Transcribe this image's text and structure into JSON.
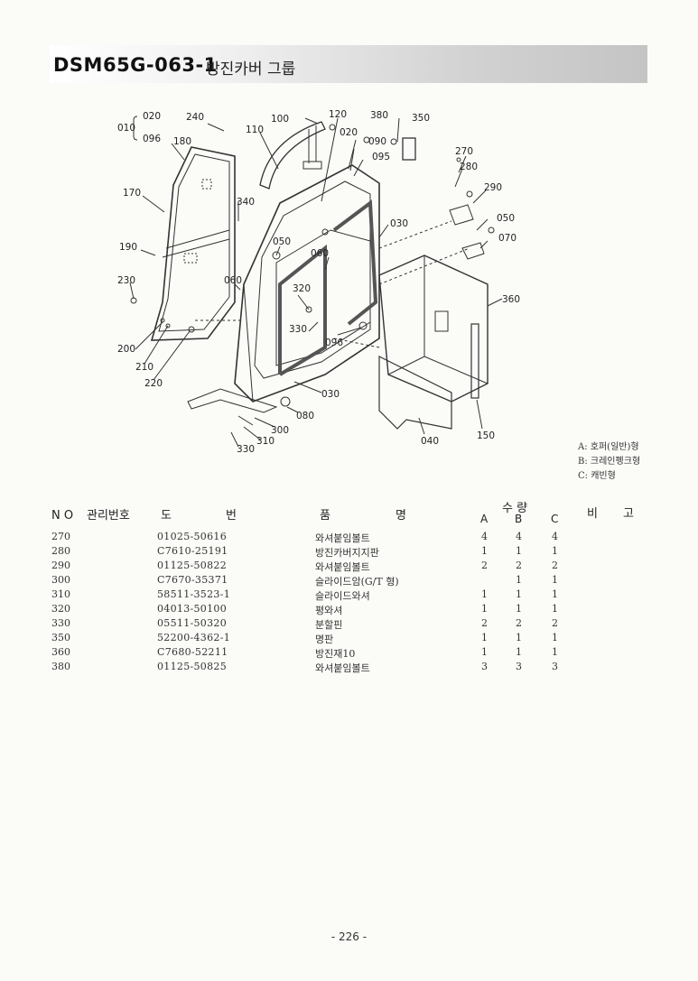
{
  "header": {
    "code": "DSM65G-063-1",
    "title": "방진카버 그룹"
  },
  "diagram": {
    "labels": [
      {
        "id": "010",
        "text": "010"
      },
      {
        "id": "020a",
        "text": "020"
      },
      {
        "id": "096a",
        "text": "096"
      },
      {
        "id": "240",
        "text": "240"
      },
      {
        "id": "100",
        "text": "100"
      },
      {
        "id": "120",
        "text": "120"
      },
      {
        "id": "380",
        "text": "380"
      },
      {
        "id": "350",
        "text": "350"
      },
      {
        "id": "180",
        "text": "180"
      },
      {
        "id": "110",
        "text": "110"
      },
      {
        "id": "020b",
        "text": "020"
      },
      {
        "id": "090",
        "text": "090"
      },
      {
        "id": "095",
        "text": "095"
      },
      {
        "id": "270",
        "text": "270"
      },
      {
        "id": "280",
        "text": "280"
      },
      {
        "id": "170",
        "text": "170"
      },
      {
        "id": "340",
        "text": "340"
      },
      {
        "id": "290",
        "text": "290"
      },
      {
        "id": "030a",
        "text": "030"
      },
      {
        "id": "050a",
        "text": "050"
      },
      {
        "id": "050b",
        "text": "050"
      },
      {
        "id": "070",
        "text": "070"
      },
      {
        "id": "190",
        "text": "190"
      },
      {
        "id": "060a",
        "text": "060"
      },
      {
        "id": "230",
        "text": "230"
      },
      {
        "id": "060b",
        "text": "060"
      },
      {
        "id": "320",
        "text": "320"
      },
      {
        "id": "360",
        "text": "360"
      },
      {
        "id": "330a",
        "text": "330"
      },
      {
        "id": "096b",
        "text": "096"
      },
      {
        "id": "200",
        "text": "200"
      },
      {
        "id": "210",
        "text": "210"
      },
      {
        "id": "220",
        "text": "220"
      },
      {
        "id": "030b",
        "text": "030"
      },
      {
        "id": "080",
        "text": "080"
      },
      {
        "id": "300",
        "text": "300"
      },
      {
        "id": "310",
        "text": "310"
      },
      {
        "id": "330b",
        "text": "330"
      },
      {
        "id": "040",
        "text": "040"
      },
      {
        "id": "150",
        "text": "150"
      }
    ]
  },
  "legend": {
    "a": "A: 호퍼(일반)형",
    "b": "B: 크레인펭크형",
    "c": "C: 캐빈형"
  },
  "table": {
    "headers": {
      "no": "N O",
      "mgmt": "관리번호",
      "drawing_1": "도",
      "drawing_2": "번",
      "name_1": "품",
      "name_2": "명",
      "qty": "수  량",
      "a": "A",
      "b": "B",
      "c": "C",
      "remark_1": "비",
      "remark_2": "고"
    },
    "rows": [
      {
        "no": "270",
        "part": "01025-50616",
        "name": "와셔붙임볼트",
        "a": "4",
        "b": "4",
        "c": "4"
      },
      {
        "no": "280",
        "part": "C7610-25191",
        "name": "방진카버지지판",
        "a": "1",
        "b": "1",
        "c": "1"
      },
      {
        "no": "290",
        "part": "01125-50822",
        "name": "와셔붙임볼트",
        "a": "2",
        "b": "2",
        "c": "2"
      },
      {
        "no": "300",
        "part": "C7670-35371",
        "name": "슬라이드암(G/T 형)",
        "a": "",
        "b": "1",
        "c": "1"
      },
      {
        "no": "310",
        "part": "58511-3523-1",
        "name": "슬라이드와셔",
        "a": "1",
        "b": "1",
        "c": "1"
      },
      {
        "no": "320",
        "part": "04013-50100",
        "name": "평와셔",
        "a": "1",
        "b": "1",
        "c": "1"
      },
      {
        "no": "330",
        "part": "05511-50320",
        "name": "분할핀",
        "a": "2",
        "b": "2",
        "c": "2"
      },
      {
        "no": "350",
        "part": "52200-4362-1",
        "name": "명판",
        "a": "1",
        "b": "1",
        "c": "1"
      },
      {
        "no": "360",
        "part": "C7680-52211",
        "name": "방진재10",
        "a": "1",
        "b": "1",
        "c": "1"
      },
      {
        "no": "380",
        "part": "01125-50825",
        "name": "와셔붙임볼트",
        "a": "3",
        "b": "3",
        "c": "3"
      }
    ]
  },
  "page": {
    "number": "- 226 -"
  }
}
